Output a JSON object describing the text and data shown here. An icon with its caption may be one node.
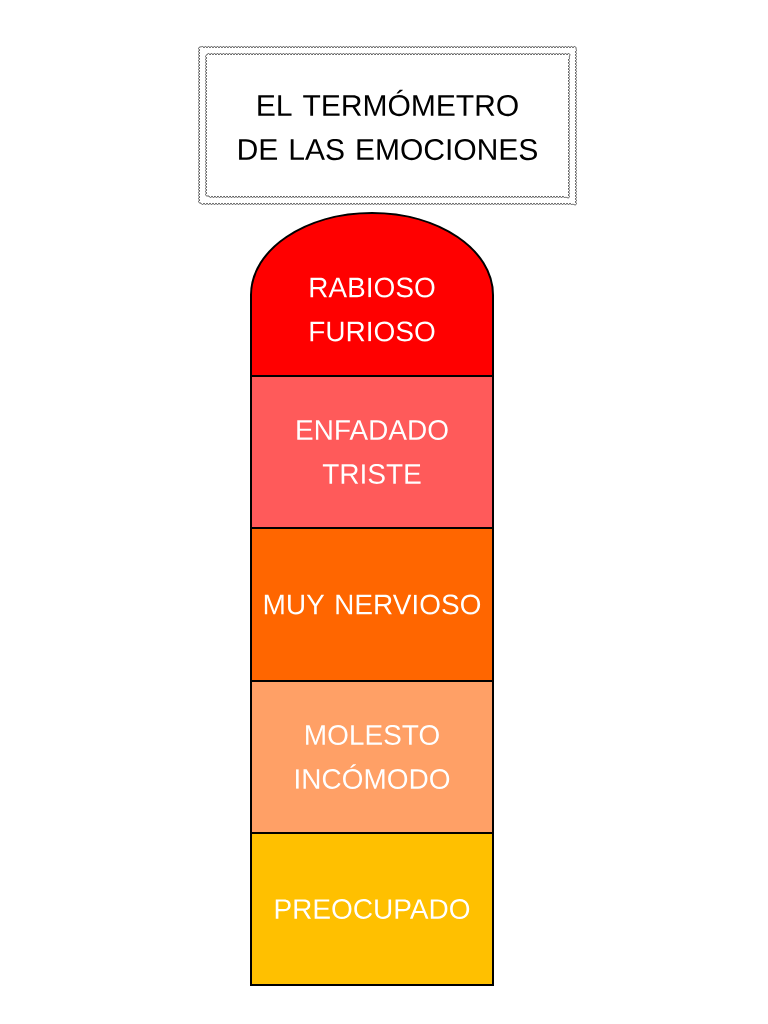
{
  "diagram": {
    "title": "EL TERMÓMETRO DE LAS EMOCIONES",
    "nodes": [
      {
        "text": [
          "RABIOSO",
          "FURIOSO"
        ]
      },
      {
        "text": [
          "ENFADADO",
          "TRISTE"
        ]
      },
      {
        "text": [
          "MUY NERVIOSO"
        ]
      },
      {
        "text": [
          "MOLESTO",
          "INCÓMODO"
        ]
      },
      {
        "text": [
          "PREOCUPADO"
        ]
      }
    ]
  }
}
